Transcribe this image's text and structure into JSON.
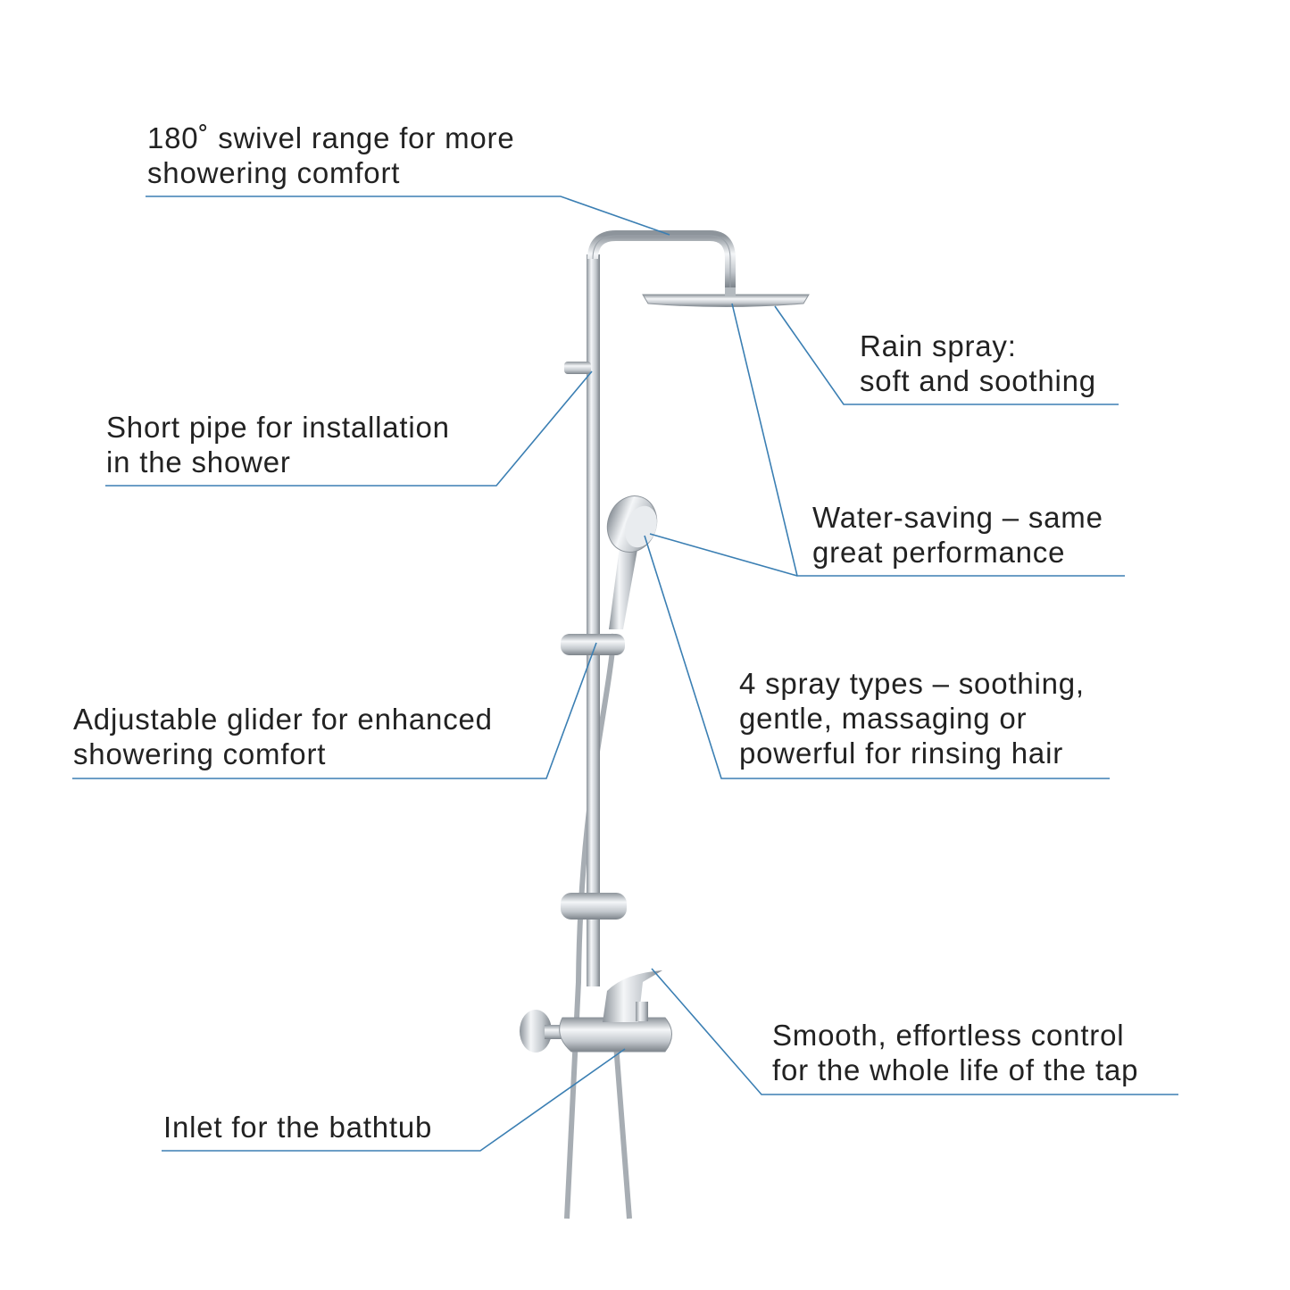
{
  "colors": {
    "leader_line": "#3b7fb3",
    "text": "#222222",
    "chrome": "#c9ced3"
  },
  "callouts": [
    {
      "id": "swivel",
      "lines": [
        "180˚ swivel range for more",
        "showering comfort"
      ]
    },
    {
      "id": "rain-spray",
      "lines": [
        "Rain spray:",
        "soft and soothing"
      ]
    },
    {
      "id": "short-pipe",
      "lines": [
        "Short pipe for installation",
        "in the shower"
      ]
    },
    {
      "id": "water-saving",
      "lines": [
        "Water-saving – same",
        "great performance"
      ]
    },
    {
      "id": "glider",
      "lines": [
        "Adjustable glider for enhanced",
        "showering comfort"
      ]
    },
    {
      "id": "spray-types",
      "lines": [
        "4 spray types – soothing,",
        "gentle, massaging or",
        "powerful for rinsing hair"
      ]
    },
    {
      "id": "smooth-control",
      "lines": [
        "Smooth, effortless control",
        "for the whole life of the tap"
      ]
    },
    {
      "id": "inlet",
      "lines": [
        "Inlet for the bathtub"
      ]
    }
  ]
}
